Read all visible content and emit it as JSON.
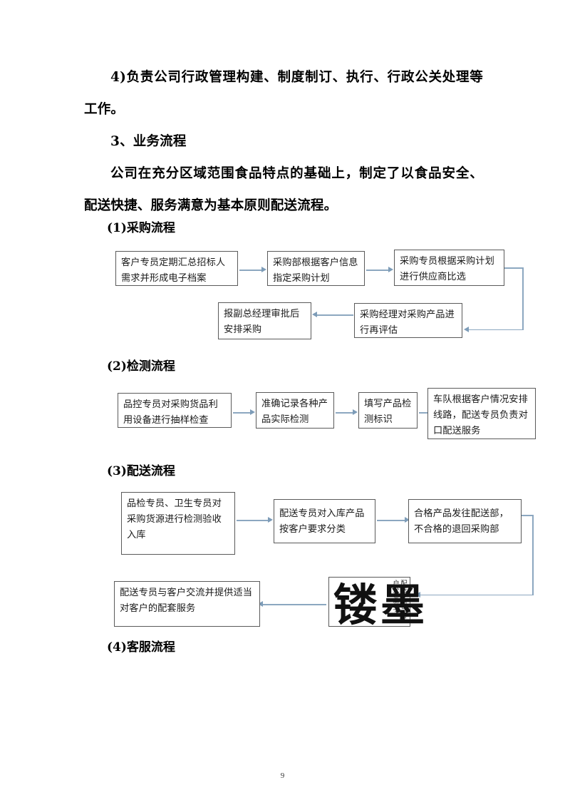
{
  "document": {
    "page_number": "9",
    "body_paragraphs": [
      "4)负责公司行政管理构建、制度制订、执行、行政公关处理等工作。",
      "3、业务流程",
      "公司在充分区域范围食品特点的基础上，制定了以食品安全、配送快捷、服务满意为基本原则配送流程。"
    ]
  },
  "sections": [
    {
      "caption": "(1)采购流程",
      "boxes": [
        "客户专员定期汇总招标人需求并形成电子档案",
        "采购部根据客户信息指定采购计划",
        "采购专员根据采购计划进行供应商比选",
        "采购经理对采购产品进行再评估",
        "报副总经理审批后安排采购"
      ]
    },
    {
      "caption": "(2)检测流程",
      "boxes": [
        "品控专员对采购货品利用设备进行抽样检查",
        "准确记录各种产品实际检测",
        "填写产品检测标识",
        "车队根据客户情况安排线路，配送专员负责对口配送服务"
      ]
    },
    {
      "caption": "(3)配送流程",
      "boxes": [
        "品检专员、卫生专员对采购货源进行检测验收入库",
        "配送专员对入库产品按客户要求分类",
        "合格产品发往配送部，不合格的退回采购部",
        "配送专员与客户交货签字",
        "配送专员与客户交流并提供适当对客户的配套服务"
      ]
    },
    {
      "caption": "(4)客服流程",
      "boxes": []
    }
  ],
  "watermark": {
    "text": "镂墨"
  },
  "colors": {
    "box_border": "#5a5a5a",
    "connector": "#8ca7c0",
    "arrowhead": "#7d9cb8",
    "text": "#1a1a1a"
  }
}
